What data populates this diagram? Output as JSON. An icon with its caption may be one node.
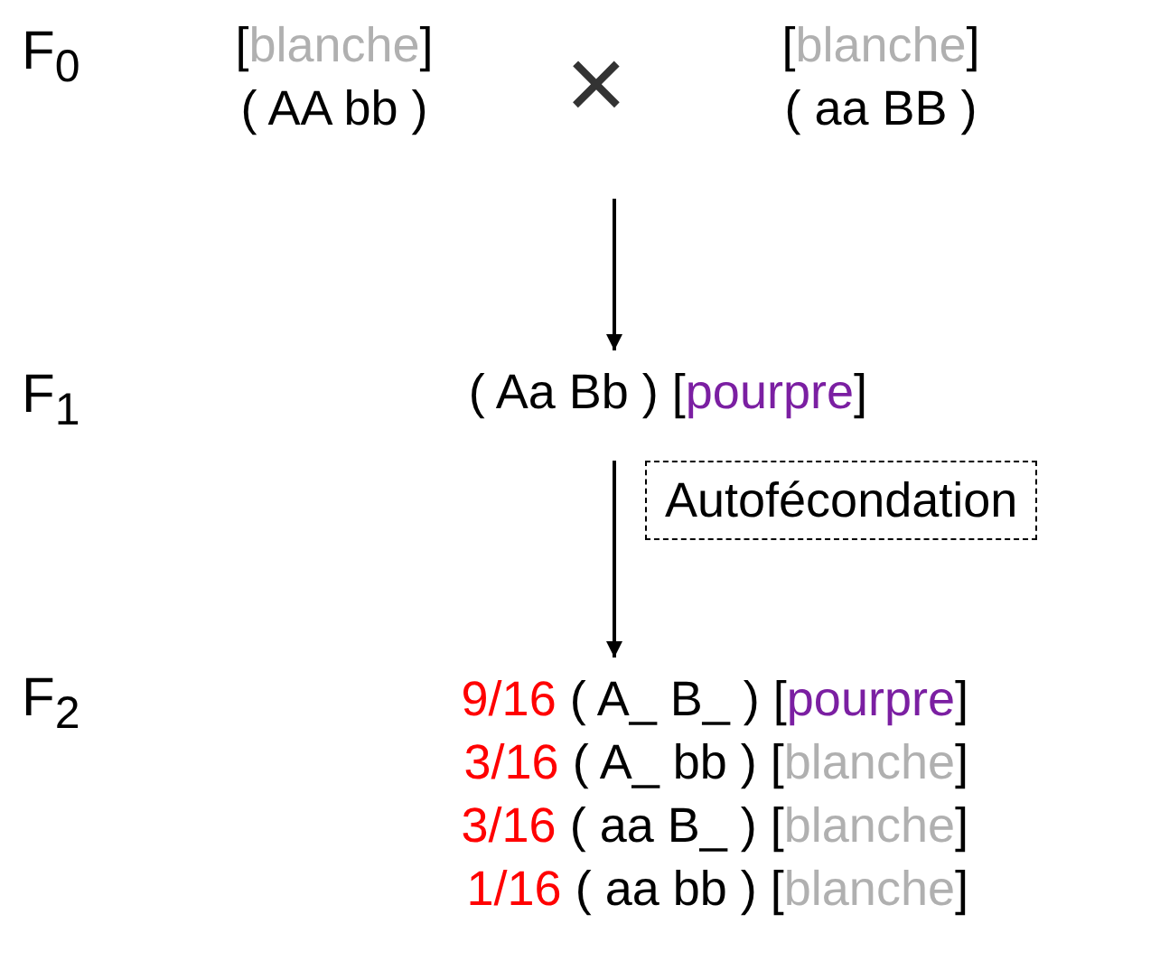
{
  "diagram": {
    "nodes": [
      {
        "text": [
          "[blanche]",
          "( AA bb )"
        ]
      },
      {
        "text": [
          "[blanche]",
          "( aa BB )"
        ]
      },
      {
        "text": [
          "( Aa Bb ) [pourpre]"
        ]
      },
      {
        "text": [
          "9/16 ( A_ B_ ) [pourpre]",
          "3/16 ( A_ bb ) [blanche]",
          "3/16 ( aa B_ ) [blanche]",
          "1/16 ( aa bb ) [blanche]"
        ]
      }
    ],
    "edges": [
      {
        "from": null,
        "to": 2,
        "arrow": "to"
      },
      {
        "from": 2,
        "to": 3,
        "arrow": "to",
        "label": "Autofécondation"
      }
    ],
    "labels": [
      "F$_{0}$",
      "×",
      "F$_{1}$",
      "F$_{2}$"
    ]
  }
}
